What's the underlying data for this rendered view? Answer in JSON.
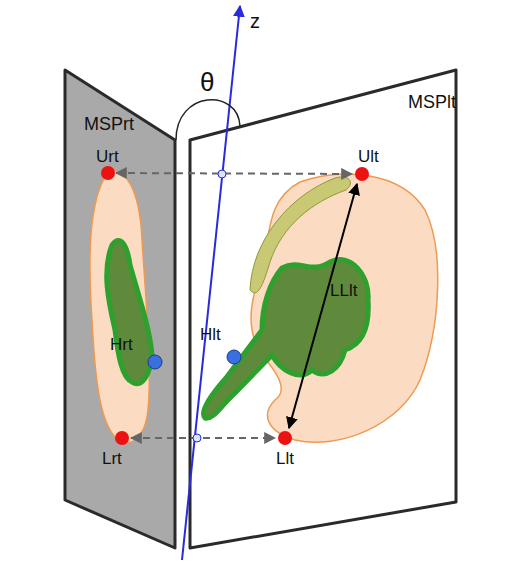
{
  "diagram": {
    "nodes": [
      {
        "text": [
          "MSPrt"
        ]
      },
      {
        "text": [
          "MSPlt"
        ]
      }
    ],
    "labels": [
      "z",
      "θ",
      "Urt",
      "Ult",
      "LLlt",
      "Hrt",
      "Hlt",
      "Lrt",
      "Llt"
    ]
  }
}
